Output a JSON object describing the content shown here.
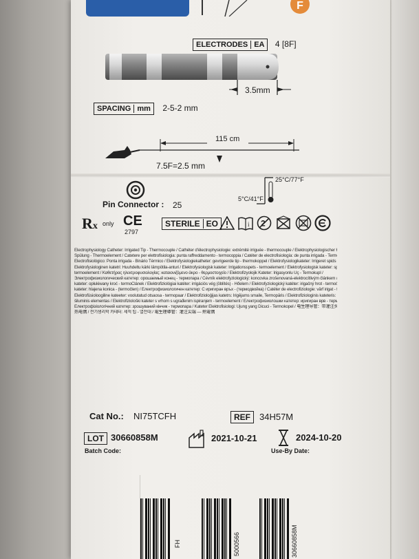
{
  "product": {
    "badge_letter": "F",
    "electrodes": {
      "label": "ELECTRODES",
      "unit": "EA",
      "value": "4 [8F]"
    },
    "tip_dimension": "3.5mm",
    "spacing": {
      "label": "SPACING",
      "unit": "mm",
      "value": "2-5-2 mm"
    },
    "length": "115 cm",
    "diameter": "7.5F=2.5 mm",
    "pin_connector": {
      "label": "Pin Connector :",
      "value": "25"
    },
    "temperature": {
      "high": "25°C/77°F",
      "low": "5°C/41°F"
    },
    "rx_label": "only",
    "ce_number": "2797",
    "sterile_label": "STERILE",
    "sterile_method": "EO"
  },
  "description_lines": [
    "Electrophysiology Catheter: Irrigated Tip - Thermocouple / Cathéter d'électrophysiologie: extrémité irriguée - thermocouple / Elektrophysiologischer Katheter: Spülze mit",
    "Spülung - Thermoelement / Catetere per elettrofisiologia: punta raffreddamento - termocoppia / Catéter de electrofisiología: de punta irrigada - Termopar / Cateter",
    "Electrofisiológico: Ponta irrigada - Binário Térmico / Elektrofysiologiekatheter: gevrigeerde tip - thermokoppel / Elektrofysiologikateter: Irrigeret spids - termokobling /",
    "Elektrofysiologinen katetri: Huuhdeltu kärki lämpötila-anturi / Elektrofysiologisk kateter: Irrigationsspets - termoelement / Elektrofysiologisk kateter: spiss med utskylling -",
    "termoelement / Καθετήρας ηλεκτροφυσιολογίας: καταιονιζόμενο άκρο - θερμοστοιχείο / Elektrofizyolojik Kateter: İrigasyonlu Uç - Termokupl /",
    "Электрофизиологический катетер: орошаемый конец - термопара / Cévník elektrofyziologický: koncovka zrošenovaná-elektrocítlivým článkem / Elektrofizjologiczny",
    "kateter: opłukiwany kroć - termoČlánek / Elektrofiziológiai katéter: irrigációs vég (öblítés) - Hőelem / Elektrofyziologický katéter: irigačný hrot - termočlánok / Elektrofiziološki",
    "kateter: hlajena konica - (termočlen) / Електрофизиологичен катетер: С иригиран връх - (термодвойка) / Catéter de electrofiziologie: vârf irigat - termocuplu /",
    "Elektrofüsioloogiline kateeter: voolutatud otsaosa - termopaar / Elektrofizioloģijas katetrs: Irigējams smaile, Termopāris / Elektrofiziologinis kateteris: irigiuojama viršūnė-",
    "šiluminis elementas / Elektrofiziološki kateter s vrhom s ugrađenim ispiranjem - termoelement / Електрофизиолошки катетер: иригиран врв - термоелемент /",
    "Електрофізіологічний катетер: зрошуваний кінчик - термопара / Kateter Elektrofisiologi: Ujung yang Dicuci - Termokopel / 电生理导管：带灌注头的",
    "热电偶 / 전기생리학 카테터: 세척 팁 - 열전대 / 電生理導管：灌注尖端 — 熱電偶"
  ],
  "catalog": {
    "label": "Cat No.:",
    "value": "NI75TCFH"
  },
  "ref": {
    "label": "REF",
    "value": "34H57M"
  },
  "lot": {
    "label": "LOT",
    "value": "30660858M",
    "caption": "Batch Code:"
  },
  "manufacture_date": "2021-10-21",
  "use_by": {
    "value": "2024-10-20",
    "caption": "Use-By Date:"
  },
  "barcode_texts": [
    "FH",
    "5000566",
    "30660858M"
  ]
}
